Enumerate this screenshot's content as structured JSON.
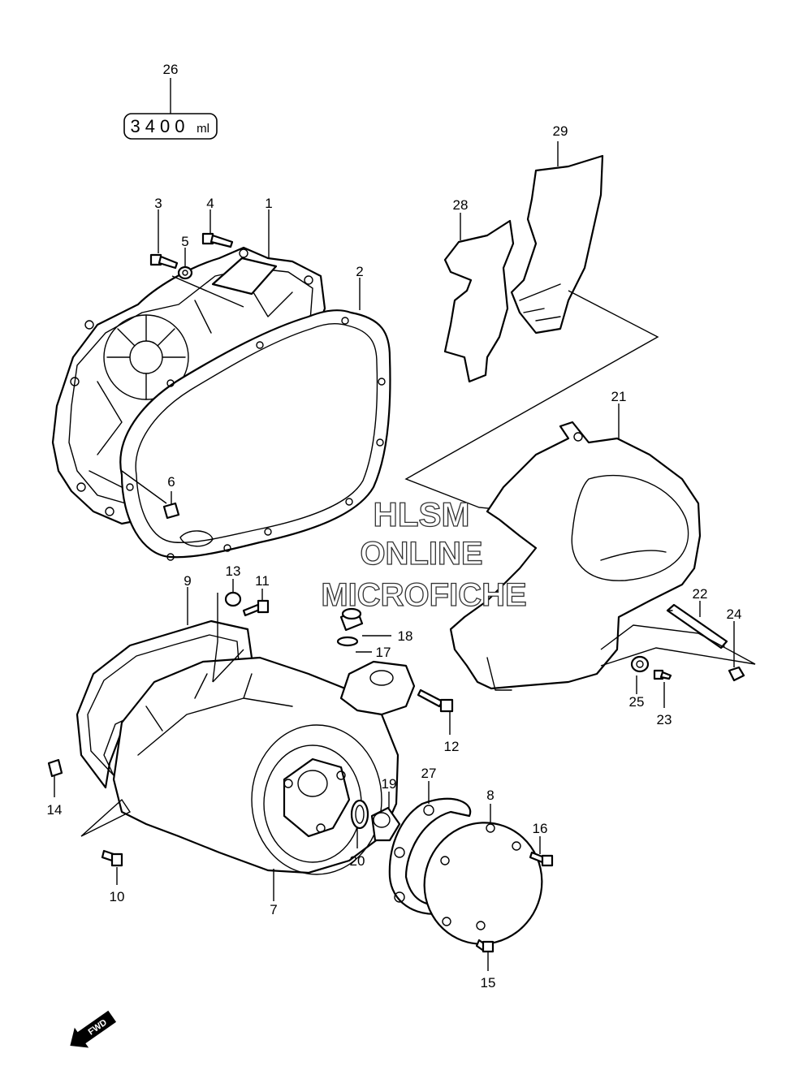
{
  "diagram": {
    "spec_box": {
      "number": "3400",
      "unit": "ml"
    },
    "watermark": {
      "line1": "HLSM",
      "line2": "ONLINE",
      "line3": "MICROFICHE"
    },
    "fwd_label": "FWD",
    "callouts": [
      "1",
      "2",
      "3",
      "4",
      "5",
      "6",
      "7",
      "8",
      "9",
      "10",
      "11",
      "12",
      "13",
      "14",
      "15",
      "16",
      "17",
      "18",
      "19",
      "20",
      "21",
      "22",
      "23",
      "24",
      "25",
      "26",
      "27",
      "28",
      "29"
    ]
  }
}
